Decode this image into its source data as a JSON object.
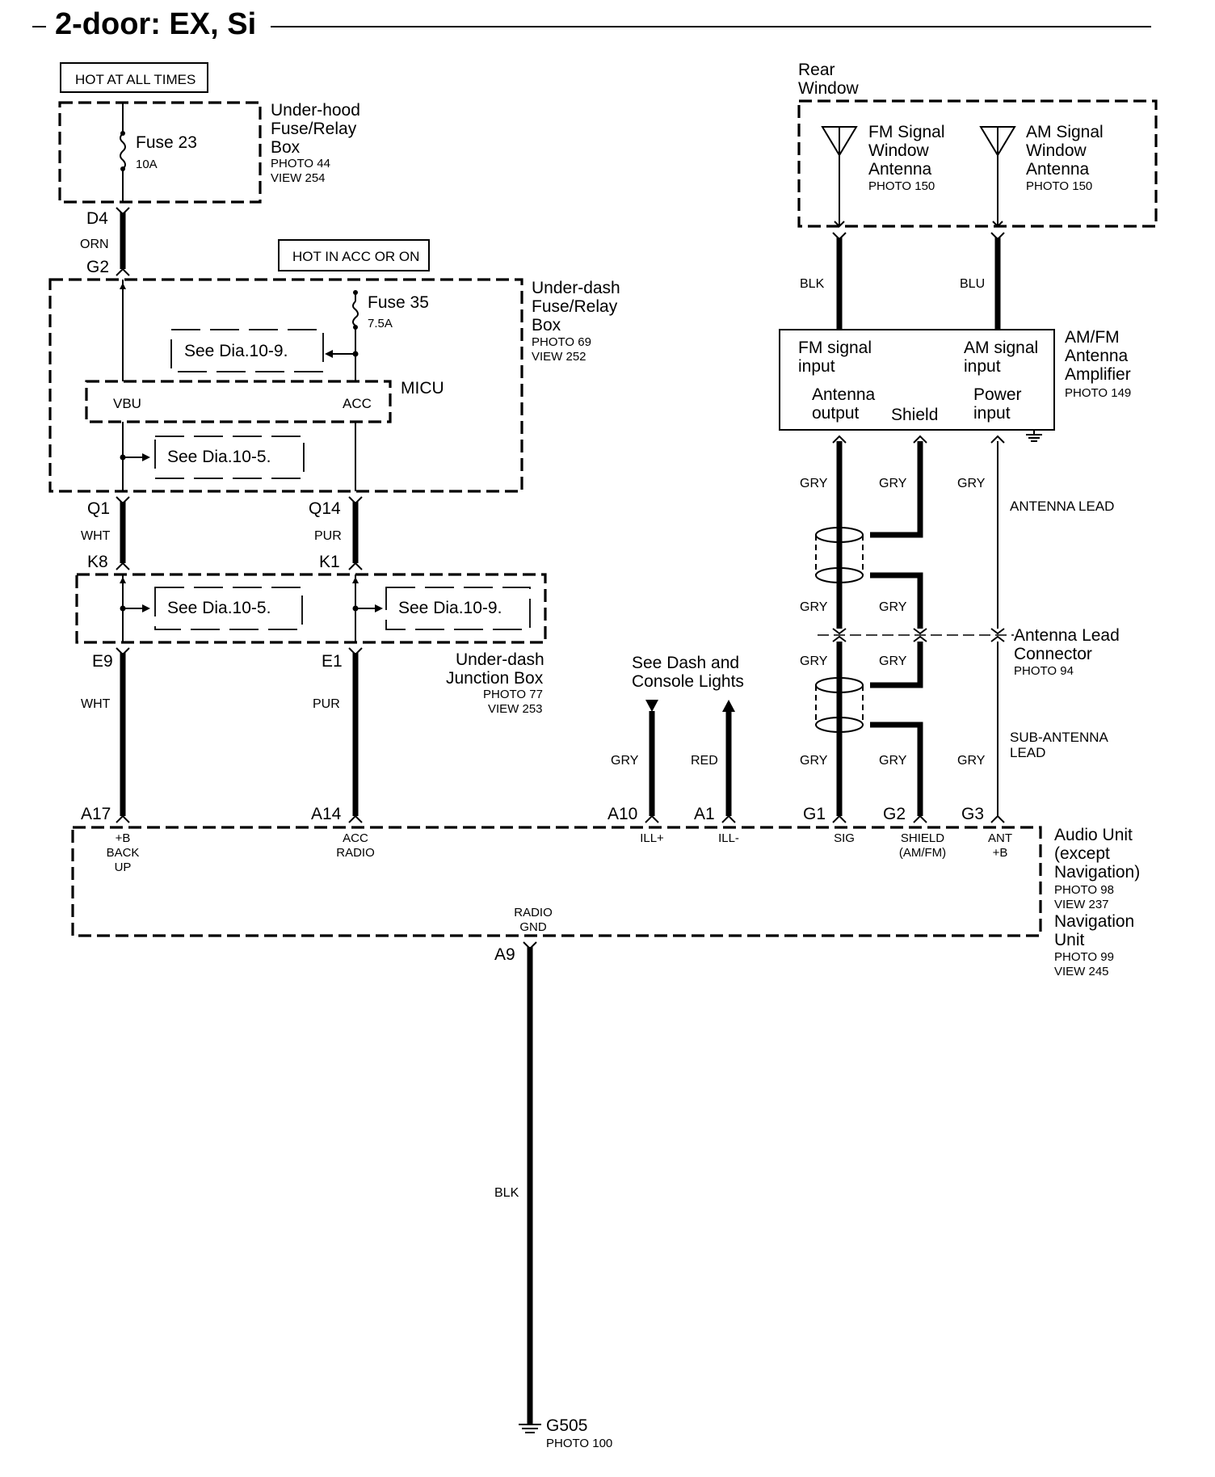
{
  "title": "2-door: EX, Si",
  "labels": {
    "hot_at_all_times": "HOT AT ALL TIMES",
    "hot_in_acc_or_on": "HOT IN ACC OR ON",
    "underhood_box": [
      "Under-hood",
      "Fuse/Relay",
      "Box"
    ],
    "underhood_box_ref": [
      "PHOTO 44",
      "VIEW 254"
    ],
    "fuse23_name": "Fuse 23",
    "fuse23_rating": "10A",
    "fuse35_name": "Fuse 35",
    "fuse35_rating": "7.5A",
    "underdash_box": [
      "Under-dash",
      "Fuse/Relay",
      "Box"
    ],
    "underdash_box_ref": [
      "PHOTO 69",
      "VIEW 252"
    ],
    "see_dia_10_9": "See Dia.10-9.",
    "see_dia_10_5": "See Dia.10-5.",
    "micu": "MICU",
    "micu_vbu": "VBU",
    "micu_acc": "ACC",
    "junction_box": [
      "Under-dash",
      "Junction Box"
    ],
    "junction_box_ref": [
      "PHOTO 77",
      "VIEW 253"
    ],
    "dash_lights": [
      "See Dash and",
      "Console Lights"
    ],
    "rear_window": [
      "Rear",
      "Window"
    ],
    "fm_antenna": [
      "FM Signal",
      "Window",
      "Antenna"
    ],
    "am_antenna": [
      "AM Signal",
      "Window",
      "Antenna"
    ],
    "antenna_photo": "PHOTO 150",
    "amp_fm_input": [
      "FM signal",
      "input"
    ],
    "amp_am_input": [
      "AM signal",
      "input"
    ],
    "amp_antenna_output": [
      "Antenna",
      "output"
    ],
    "amp_shield": "Shield",
    "amp_power_input": [
      "Power",
      "input"
    ],
    "amp_name": [
      "AM/FM",
      "Antenna",
      "Amplifier"
    ],
    "amp_ref": "PHOTO 149",
    "antenna_lead": "ANTENNA LEAD",
    "antenna_lead_connector": [
      "Antenna Lead",
      "Connector"
    ],
    "antenna_lead_connector_ref": "PHOTO 94",
    "sub_antenna_lead": [
      "SUB-ANTENNA",
      "LEAD"
    ],
    "audio_unit": [
      "Audio Unit",
      "(except",
      "Navigation)"
    ],
    "audio_unit_ref": [
      "PHOTO 98",
      "VIEW 237"
    ],
    "nav_unit": [
      "Navigation",
      "Unit"
    ],
    "nav_unit_ref": [
      "PHOTO 99",
      "VIEW 245"
    ],
    "pin_b_backup": [
      "+B",
      "BACK",
      "UP"
    ],
    "pin_acc_radio": [
      "ACC",
      "RADIO"
    ],
    "pin_ill_plus": "ILL+",
    "pin_ill_minus": "ILL-",
    "pin_sig": "SIG",
    "pin_shield": [
      "SHIELD",
      "(AM/FM)"
    ],
    "pin_ant_b": [
      "ANT",
      "+B"
    ],
    "pin_radio_gnd": [
      "RADIO",
      "GND"
    ],
    "ground_name": "G505",
    "ground_ref": "PHOTO 100"
  },
  "connectors": {
    "d4": "D4",
    "g2": "G2",
    "q1": "Q1",
    "q14": "Q14",
    "k8": "K8",
    "k1": "K1",
    "e9": "E9",
    "e1": "E1",
    "a17": "A17",
    "a14": "A14",
    "a10": "A10",
    "a1": "A1",
    "g1": "G1",
    "g2b": "G2",
    "g3": "G3",
    "a9": "A9"
  },
  "wire_colors": {
    "orn": "ORN",
    "wht": "WHT",
    "pur": "PUR",
    "blk": "BLK",
    "blu": "BLU",
    "gry": "GRY",
    "red": "RED"
  },
  "colors": {
    "ink": "#000000",
    "background": "#ffffff"
  }
}
